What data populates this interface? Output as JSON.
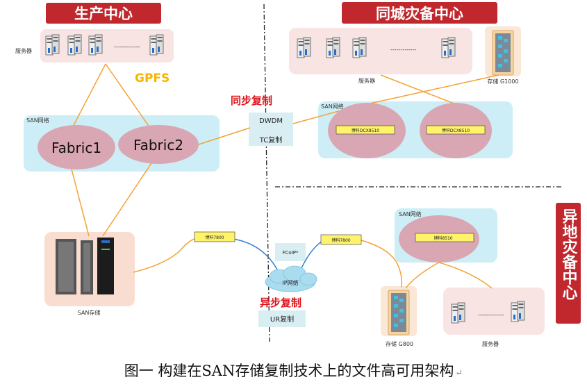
{
  "sites": {
    "production": "生产中心",
    "sync_dr": "同城灾备中心",
    "async_dr": "异地灾备中心"
  },
  "labels": {
    "servers": "服务器",
    "gpfs": "GPFS",
    "san_network": "SAN网络",
    "fabric1": "Fabric1",
    "fabric2": "Fabric2",
    "san_storage": "SAN存储",
    "sync_copy": "同步复制",
    "dwdm": "DWDM",
    "tc_copy": "TC复制",
    "storage_g1000": "存储 G1000",
    "switch_dcx": "博科DCX8510",
    "switch_7800": "博科7800",
    "fcoip": "FCoIP*",
    "ip_network": "IP网络",
    "async_copy": "异步复制",
    "ur_copy": "UR复制",
    "switch_8510": "博科8510",
    "storage_g800": "存储 G800",
    "dots": "-------------"
  },
  "caption": {
    "text": "图一  构建在SAN存储复制技术上的文件高可用架构",
    "mark": "↵"
  },
  "colors": {
    "title_bg": "#c0282e",
    "accent_red": "#e0141c",
    "gpfs_yellow": "#f7b500",
    "link_orange": "#f4a233",
    "link_blue": "#2f7fd0",
    "panel_pink": "#f9e4e4",
    "panel_cyan": "#cdeef6",
    "fabric_ellipse": "#d9a7b3",
    "switch_yellow": "#fff36a"
  }
}
